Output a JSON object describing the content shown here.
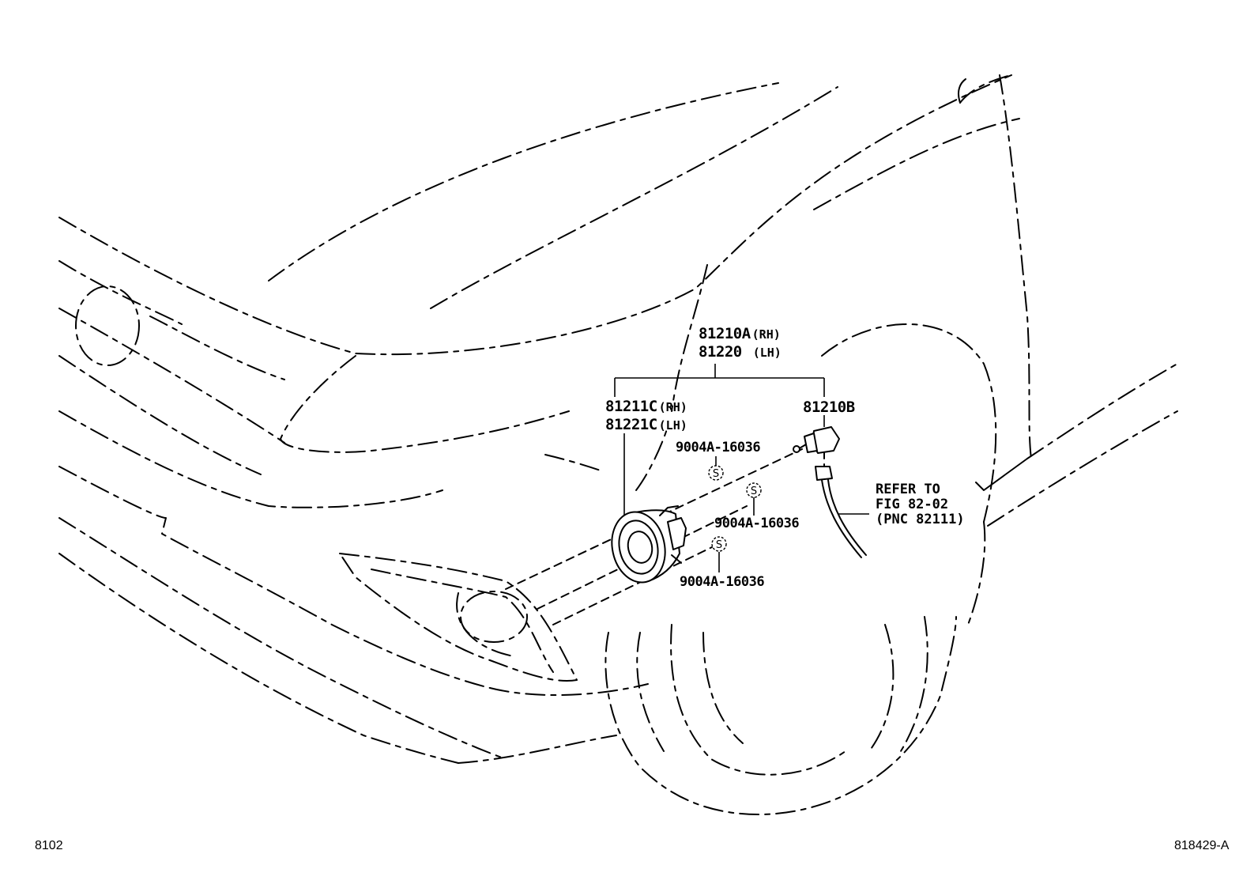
{
  "labels": {
    "assy_rh_code": "81210A",
    "assy_rh_side": "(RH)",
    "assy_lh_code": "81220",
    "assy_lh_side": "(LH)",
    "unit_rh_code": "81211C",
    "unit_rh_side": "(RH)",
    "unit_lh_code": "81221C",
    "unit_lh_side": "(LH)",
    "bulb_code": "81210B",
    "screw_1": "9004A-16036",
    "screw_2": "9004A-16036",
    "screw_3": "9004A-16036",
    "screw_symbol": "S",
    "refer_line1": "REFER TO",
    "refer_line2": "FIG 82-02",
    "refer_line3": "(PNC 82111)"
  },
  "footer": {
    "figure_number": "8102",
    "illustration_id": "818429-A"
  }
}
